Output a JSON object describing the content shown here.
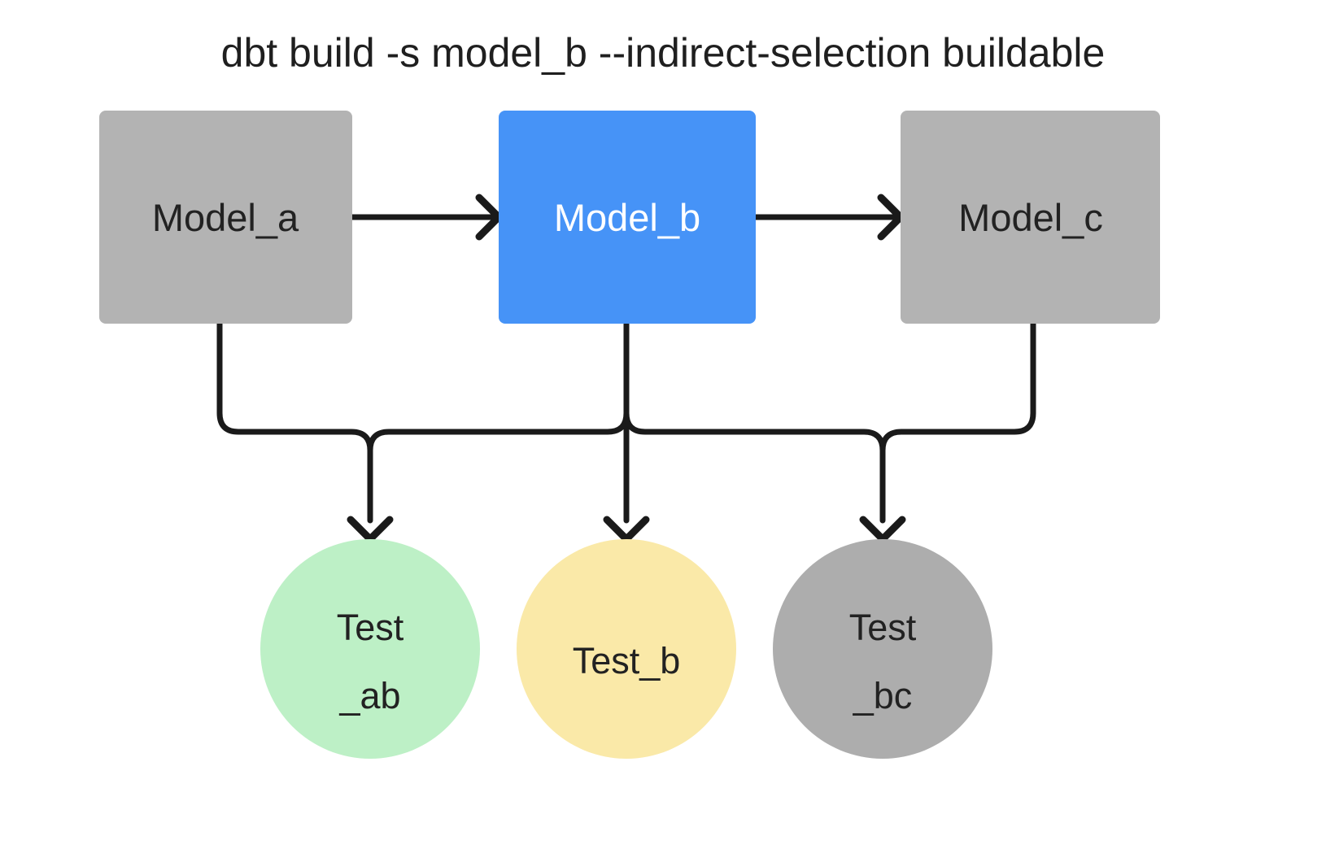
{
  "title": "dbt build -s model_b --indirect-selection buildable",
  "colors": {
    "background": "#ffffff",
    "gray_node": "#b3b3b3",
    "blue_node": "#4693f7",
    "green_test": "#bdf0c6",
    "yellow_test": "#fae9a8",
    "gray_test": "#adadad",
    "edge": "#1a1a1a",
    "text_dark": "#222222",
    "text_light": "#ffffff"
  },
  "models": [
    {
      "id": "model_a",
      "label": "Model_a",
      "state": "unselected",
      "fill": "#b3b3b3",
      "text_color": "#222222"
    },
    {
      "id": "model_b",
      "label": "Model_b",
      "state": "selected",
      "fill": "#4693f7",
      "text_color": "#ffffff"
    },
    {
      "id": "model_c",
      "label": "Model_c",
      "state": "unselected",
      "fill": "#b3b3b3",
      "text_color": "#222222"
    }
  ],
  "tests": [
    {
      "id": "test_ab",
      "label_line1": "Test",
      "label_line2": "_ab",
      "label": "Test_ab",
      "state": "buildable",
      "fill": "#bdf0c6"
    },
    {
      "id": "test_b",
      "label_line1": "Test_b",
      "label_line2": "",
      "label": "Test_b",
      "state": "selected-indirect",
      "fill": "#fae9a8"
    },
    {
      "id": "test_bc",
      "label_line1": "Test",
      "label_line2": "_bc",
      "label": "Test_bc",
      "state": "not-run",
      "fill": "#adadad"
    }
  ],
  "edges": [
    {
      "from": "model_a",
      "to": "model_b"
    },
    {
      "from": "model_b",
      "to": "model_c"
    },
    {
      "from": "model_a",
      "to": "test_ab"
    },
    {
      "from": "model_b",
      "to": "test_ab"
    },
    {
      "from": "model_b",
      "to": "test_b"
    },
    {
      "from": "model_b",
      "to": "test_bc"
    },
    {
      "from": "model_c",
      "to": "test_bc"
    }
  ]
}
